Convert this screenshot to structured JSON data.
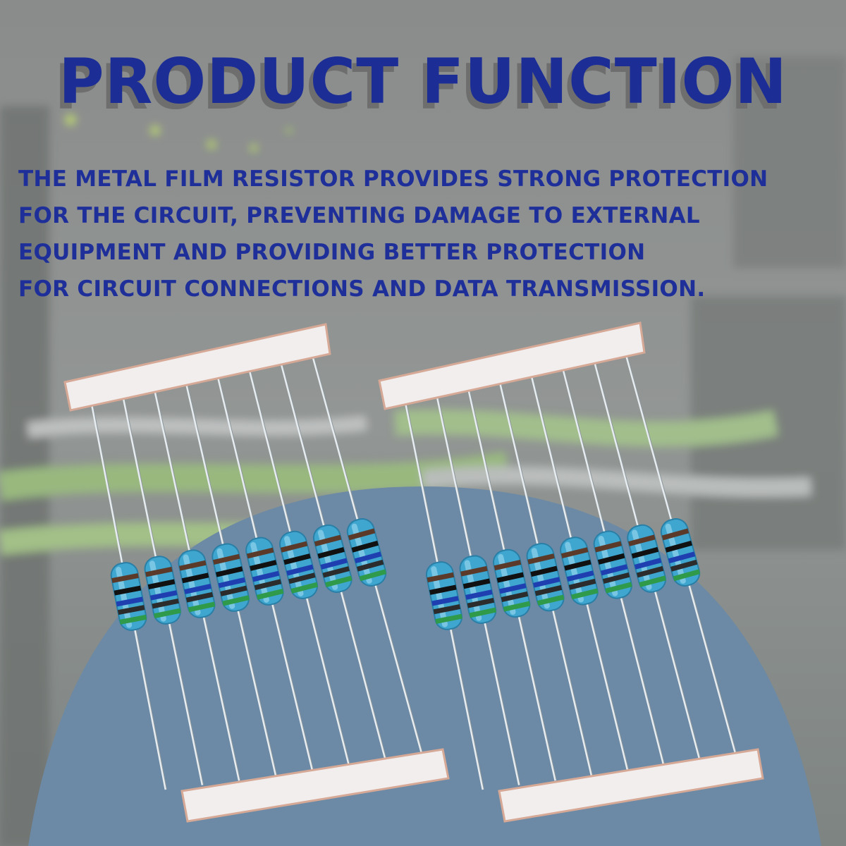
{
  "headline": "PRODUCT FUNCTION",
  "description_lines": [
    "THE METAL FILM RESISTOR PROVIDES STRONG PROTECTION",
    "FOR THE CIRCUIT, PREVENTING DAMAGE TO EXTERNAL",
    "EQUIPMENT AND PROVIDING BETTER PROTECTION",
    "FOR CIRCUIT CONNECTIONS AND DATA TRANSMISSION."
  ],
  "colors": {
    "headline": "#1c2e96",
    "headline_shadow": "#6e6e6e",
    "body_text": "#1e2f9a",
    "backdrop_arc": "#6c8aa5",
    "resistor_body": "#3fa6d0"
  },
  "images": {
    "background": "blurred-server-cables-photo",
    "product": "metal-film-resistor-strips"
  }
}
